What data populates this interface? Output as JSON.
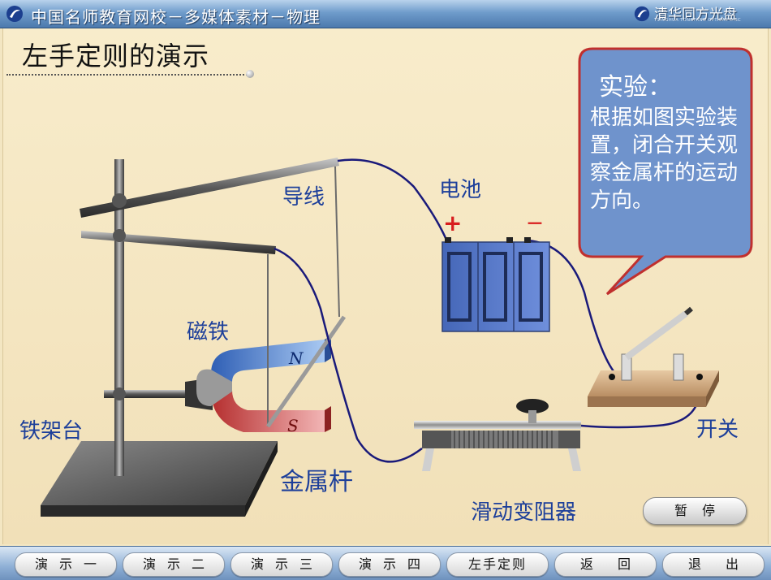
{
  "app": {
    "title": "中国名师教育网校－多媒体素材－物理",
    "brand": "清华同方光盘",
    "brand_sub": "TSINGHUA TONGFANG OPTICAL DISC"
  },
  "page_title": "左手定则的演示",
  "labels": {
    "wire": "导线",
    "battery": "电池",
    "plus": "+",
    "minus": "－",
    "magnet": "磁铁",
    "north": "N",
    "south": "S",
    "stand": "铁架台",
    "rod": "金属杆",
    "rheostat": "滑动变阻器",
    "switch": "开关"
  },
  "callout": {
    "title": "实验：",
    "body": "根据如图实验装置，闭合开关观察金属杆的运动方向。"
  },
  "pause_label": "暂停",
  "nav": [
    {
      "label": "演示一"
    },
    {
      "label": "演示二"
    },
    {
      "label": "演示三"
    },
    {
      "label": "演示四"
    },
    {
      "label": "左手定则"
    },
    {
      "label": "返回"
    },
    {
      "label": "退出"
    }
  ],
  "colors": {
    "label_blue": "#1d3f9a",
    "callout_fill": "#6f93cc",
    "callout_border": "#c0302e",
    "wire": "#1a1a7a",
    "battery": "#4f72c4",
    "magnet_north": "#4d86d6",
    "magnet_south": "#d64a4a"
  }
}
